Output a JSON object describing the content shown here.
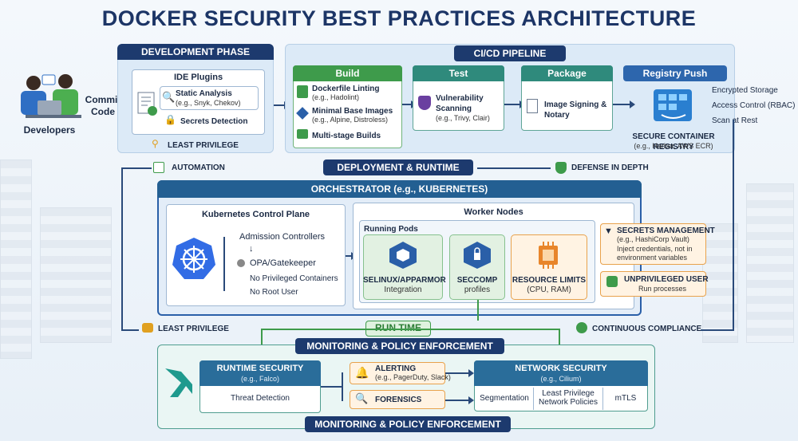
{
  "title": "DOCKER SECURITY BEST PRACTICES ARCHITECTURE",
  "dev": {
    "header": "DEVELOPMENT PHASE",
    "developers": "Developers",
    "commit": "Commit Code",
    "ide_title": "IDE Plugins",
    "static_analysis": "Static Analysis",
    "static_examples": "(e.g., Snyk, Chekov)",
    "secrets_detection": "Secrets Detection",
    "least_privilege": "LEAST PRIVILEGE"
  },
  "cicd": {
    "header": "CI/CD PIPELINE",
    "build": {
      "title": "Build",
      "lint": "Dockerfile Linting",
      "lint_ex": "(e.g., Hadolint)",
      "minimal": "Minimal Base Images",
      "minimal_ex": "(e.g., Alpine, Distroless)",
      "multistage": "Multi-stage Builds"
    },
    "test": {
      "title": "Test",
      "vuln": "Vulnerability Scanning",
      "vuln_ex": "(e.g., Trivy, Clair)"
    },
    "package": {
      "title": "Package",
      "signing": "Image Signing & Notary"
    },
    "registry": {
      "title": "Registry Push",
      "encrypted": "Encrypted Storage",
      "access": "Access Control (RBAC)",
      "scan": "Scan at Rest",
      "name": "SECURE CONTAINER REGISTRY",
      "examples": "(e.g., Harbor, AWS ECR)"
    }
  },
  "flow": {
    "automation": "AUTOMATION",
    "deployment": "DEPLOYMENT & RUNTIME",
    "defense": "DEFENSE IN DEPTH",
    "least_privilege": "LEAST PRIVILEGE",
    "runtime": "RUN TIME",
    "compliance": "CONTINUOUS COMPLIANCE"
  },
  "orchestrator": {
    "header": "ORCHESTRATOR (e.g., KUBERNETES)",
    "control_plane": "Kubernetes Control Plane",
    "admission": "Admission Controllers",
    "opa": "OPA/Gatekeeper",
    "no_priv": "No Privileged Containers",
    "no_root": "No Root User",
    "worker": "Worker Nodes",
    "running_pods": "Running Pods",
    "selinux": "SELINUX/APPARMOR",
    "selinux_sub": "Integration",
    "seccomp": "SECCOMP",
    "seccomp_sub": "profiles",
    "limits": "RESOURCE LIMITS",
    "limits_sub": "(CPU, RAM)",
    "secrets_title": "SECRETS MANAGEMENT",
    "secrets_ex": "(e.g., HashiCorp Vault)",
    "secrets_desc": "Inject credentials, not in environment variables",
    "unpriv_title": "UNPRIVILEGED USER",
    "unpriv_desc": "Run processes"
  },
  "monitoring": {
    "header_top": "MONITORING & POLICY ENFORCEMENT",
    "header_bottom": "MONITORING & POLICY ENFORCEMENT",
    "runtime_sec": "RUNTIME SECURITY",
    "runtime_ex": "(e.g., Falco)",
    "threat": "Threat Detection",
    "alerting": "ALERTING",
    "alerting_ex": "(e.g., PagerDuty, Slack)",
    "forensics": "FORENSICS",
    "network": "NETWORK SECURITY",
    "network_ex": "(e.g., Cilium)",
    "segmentation": "Segmentation",
    "lp_policies": "Least Privilege Network Policies",
    "mtls": "mTLS"
  }
}
